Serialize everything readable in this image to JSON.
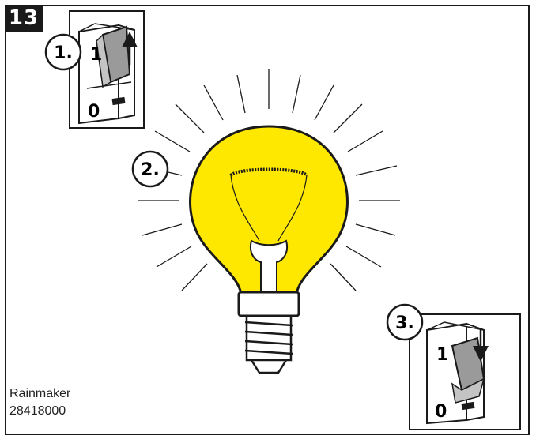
{
  "step_number": "13",
  "callouts": {
    "step1": "1.",
    "step2": "2.",
    "step3": "3."
  },
  "switch_labels": {
    "on": "1",
    "off": "0"
  },
  "footer": {
    "brand": "Rainmaker",
    "code": "28418000"
  },
  "colors": {
    "bulb_glass": "#FFE800",
    "outline": "#1a1a1a",
    "rocker_gray": "#9a9a9a"
  },
  "icons": [
    "light-bulb-icon",
    "rocker-switch-icon",
    "arrow-up-icon",
    "arrow-down-icon"
  ]
}
